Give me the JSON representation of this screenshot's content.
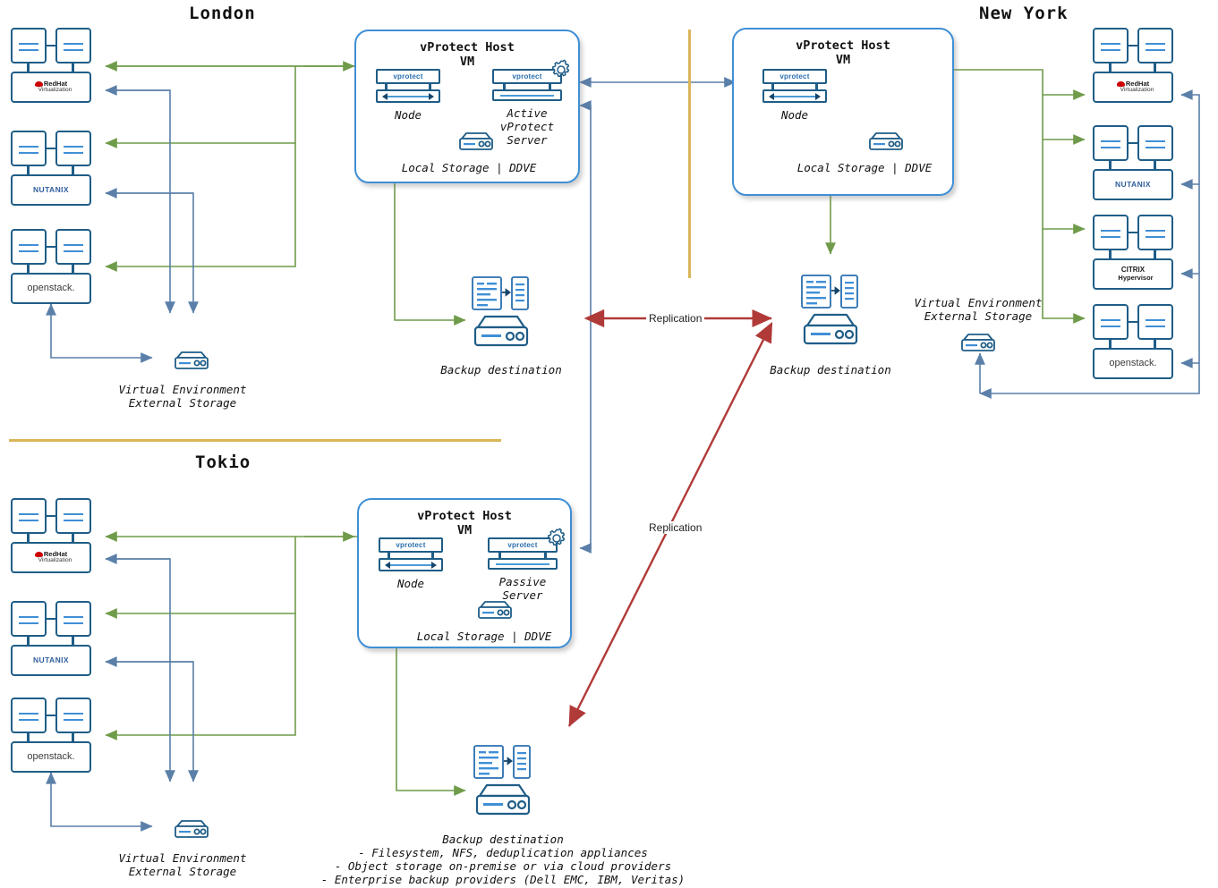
{
  "diagram": {
    "title": "vProtect multi-site architecture",
    "colors": {
      "node_blue": "#1f5d87",
      "accent_blue": "#3f8fd6",
      "arrow_blue": "#5a7fa8",
      "arrow_green": "#6f9b4a",
      "replication_red": "#b03a38",
      "separator_gold": "#d9b65a"
    }
  },
  "sites": {
    "london": {
      "title": "London",
      "hypervisors": [
        {
          "name": "Red Hat Virtualization",
          "logo": "redhat-logo",
          "brand": "RedHat",
          "sub": "Virtualization"
        },
        {
          "name": "Nutanix",
          "logo": "nutanix-logo",
          "brand": "NUTANIX"
        },
        {
          "name": "OpenStack",
          "logo": "openstack-logo",
          "brand": "openstack."
        }
      ],
      "external_storage": {
        "line1": "Virtual Environment",
        "line2": "External Storage",
        "icon": "storage-appliance-icon"
      },
      "host": {
        "title_line1": "vProtect Host",
        "title_line2": "VM",
        "node_label": "Node",
        "node_icon_word": "vprotect",
        "server_label_line1": "Active",
        "server_label_line2": "vProtect",
        "server_label_line3": "Server",
        "server_icon_word": "vprotect",
        "local_storage": "Local Storage | DDVE",
        "gear_icon": "gear-icon"
      },
      "backup_destination": {
        "label": "Backup destination",
        "icon": "backup-destination-icon"
      }
    },
    "new_york": {
      "title": "New York",
      "hypervisors": [
        {
          "name": "Red Hat Virtualization",
          "logo": "redhat-logo",
          "brand": "RedHat",
          "sub": "Virtualization"
        },
        {
          "name": "Nutanix",
          "logo": "nutanix-logo",
          "brand": "NUTANIX"
        },
        {
          "name": "Citrix Hypervisor",
          "logo": "citrix-logo",
          "brand": "CITRIX",
          "sub": "Hypervisor"
        },
        {
          "name": "OpenStack",
          "logo": "openstack-logo",
          "brand": "openstack."
        }
      ],
      "external_storage": {
        "line1": "Virtual Environment",
        "line2": "External Storage",
        "icon": "storage-appliance-icon"
      },
      "host": {
        "title_line1": "vProtect Host",
        "title_line2": "VM",
        "node_label": "Node",
        "node_icon_word": "vprotect",
        "local_storage": "Local Storage | DDVE"
      },
      "backup_destination": {
        "label": "Backup destination",
        "icon": "backup-destination-icon"
      }
    },
    "tokio": {
      "title": "Tokio",
      "hypervisors": [
        {
          "name": "Red Hat Virtualization",
          "logo": "redhat-logo",
          "brand": "RedHat",
          "sub": "Virtualization"
        },
        {
          "name": "Nutanix",
          "logo": "nutanix-logo",
          "brand": "NUTANIX"
        },
        {
          "name": "OpenStack",
          "logo": "openstack-logo",
          "brand": "openstack."
        }
      ],
      "external_storage": {
        "line1": "Virtual Environment",
        "line2": "External Storage",
        "icon": "storage-appliance-icon"
      },
      "host": {
        "title_line1": "vProtect Host",
        "title_line2": "VM",
        "node_label": "Node",
        "node_icon_word": "vprotect",
        "server_label_line1": "Passive",
        "server_label_line2": "Server",
        "server_icon_word": "vprotect",
        "local_storage": "Local Storage | DDVE",
        "gear_icon": "gear-icon"
      },
      "backup_destination": {
        "label": "Backup destination",
        "icon": "backup-destination-icon",
        "details": [
          "- Filesystem, NFS, deduplication appliances",
          "- Object storage on-premise or via cloud providers",
          "- Enterprise backup providers (Dell EMC, IBM, Veritas)"
        ]
      }
    }
  },
  "links": {
    "replication_horizontal": "Replication",
    "replication_diagonal": "Replication"
  }
}
